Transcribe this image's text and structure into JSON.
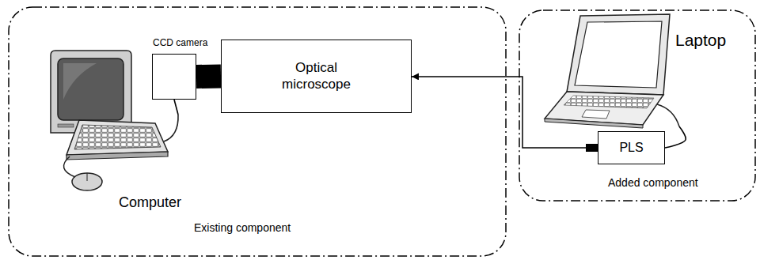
{
  "diagram": {
    "nodes": [
      {
        "text": [
          "Existing component"
        ]
      },
      {
        "text": [
          "Computer"
        ],
        "in": 0
      },
      {
        "text": [
          "CCD camera"
        ],
        "in": 0
      },
      {
        "text": [
          "Optical microscope"
        ],
        "in": 0
      },
      {
        "text": [
          "Added component"
        ]
      },
      {
        "text": [
          "Laptop"
        ],
        "in": 4
      },
      {
        "text": [
          "PLS"
        ],
        "in": 4
      }
    ],
    "edges": [
      {
        "from": 1,
        "to": 2,
        "arrow": "none"
      },
      {
        "from": 2,
        "to": 3,
        "arrow": "none"
      },
      {
        "from": 6,
        "to": 3,
        "arrow": "to"
      },
      {
        "from": 5,
        "to": 6,
        "arrow": "none"
      }
    ]
  }
}
